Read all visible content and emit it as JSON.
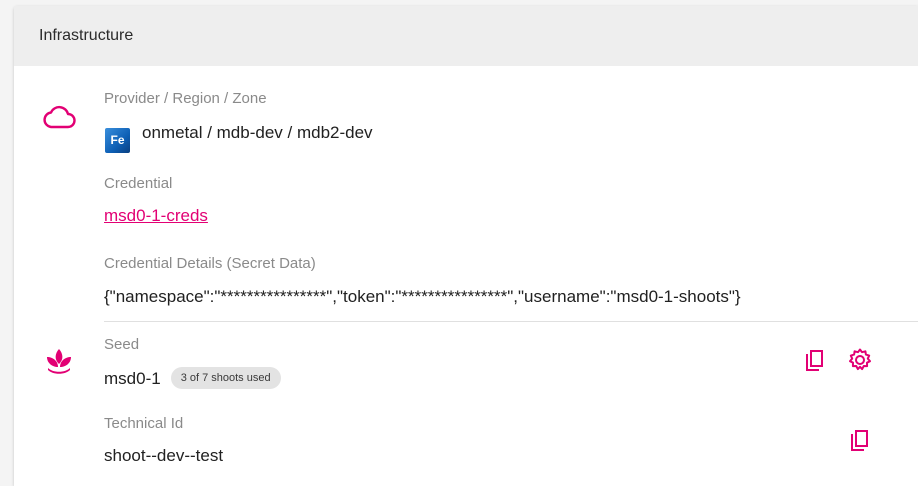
{
  "header": {
    "title": "Infrastructure"
  },
  "provider": {
    "label": "Provider / Region / Zone",
    "logo_text": "Fe",
    "value": "onmetal / mdb-dev / mdb2-dev"
  },
  "credential": {
    "label": "Credential",
    "value": "msd0-1-creds"
  },
  "credential_details": {
    "label": "Credential Details (Secret Data)",
    "value": "{\"namespace\":\"****************\",\"token\":\"****************\",\"username\":\"msd0-1-shoots\"}"
  },
  "seed": {
    "label": "Seed",
    "value": "msd0-1",
    "badge": "3 of 7 shoots used"
  },
  "technical_id": {
    "label": "Technical Id",
    "value": "shoot--dev--test"
  },
  "colors": {
    "accent": "#e20074",
    "header_bg": "#eeeeee",
    "label": "#8a8a8a"
  },
  "icons": [
    "cloud-icon",
    "seed-icon",
    "copy-icon",
    "gear-icon"
  ]
}
